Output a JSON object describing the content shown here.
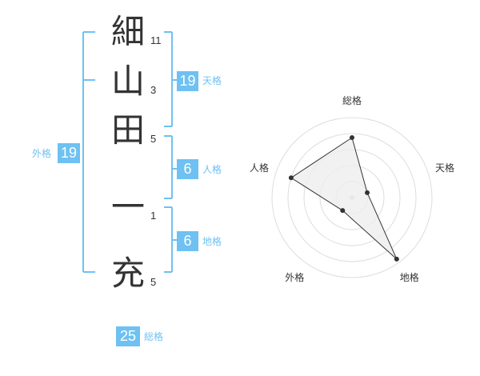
{
  "colors": {
    "accent": "#6ec1f2",
    "text": "#333333",
    "grid": "#dddddd",
    "radar_fill": "#eeeeee",
    "radar_stroke": "#333333"
  },
  "name_chars": [
    {
      "char": "細",
      "strokes": "11"
    },
    {
      "char": "山",
      "strokes": "3"
    },
    {
      "char": "田",
      "strokes": "5"
    },
    {
      "char": "一",
      "strokes": "1"
    },
    {
      "char": "充",
      "strokes": "5"
    }
  ],
  "fortunes": {
    "tenkaku": {
      "value": "19",
      "label": "天格"
    },
    "jinkaku": {
      "value": "6",
      "label": "人格"
    },
    "chikaku": {
      "value": "6",
      "label": "地格"
    },
    "gaikaku": {
      "value": "19",
      "label": "外格"
    },
    "soukaku": {
      "value": "25",
      "label": "総格"
    }
  },
  "chart_data": {
    "type": "radar",
    "axes": [
      "総格",
      "天格",
      "地格",
      "外格",
      "人格"
    ],
    "values": [
      0.75,
      0.2,
      0.95,
      0.2,
      0.8
    ],
    "range": [
      0,
      1
    ],
    "rings": 5
  }
}
